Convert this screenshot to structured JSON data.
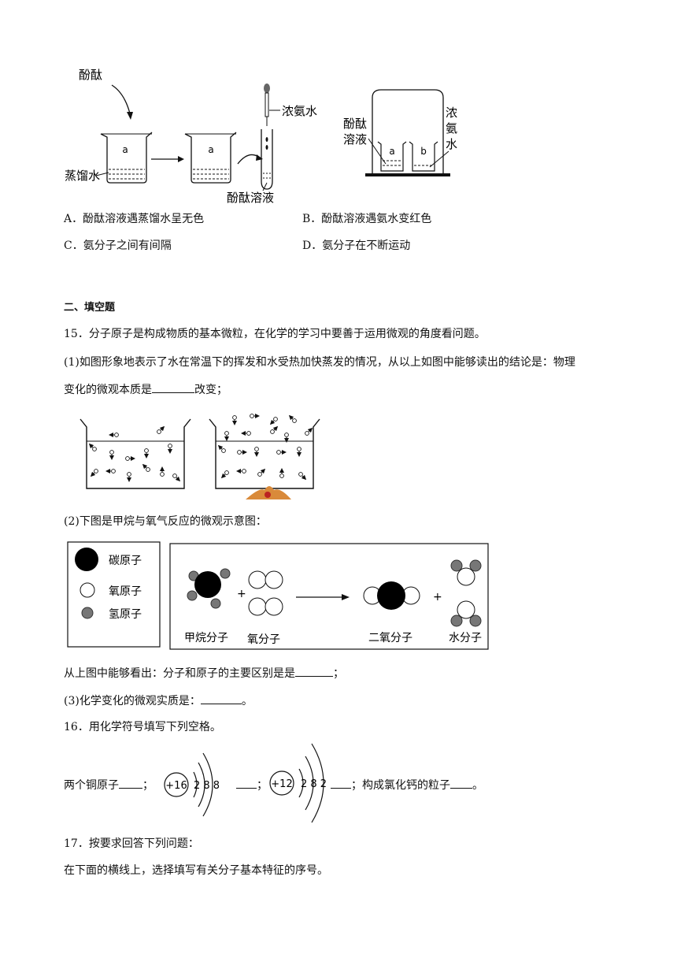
{
  "fig1": {
    "phenolphthalein": "酚酞",
    "beaker_label": "a",
    "distilled_water": "蒸馏水",
    "conc_ammonia": "浓氨水",
    "phenol_solution": "酚酞溶液",
    "right_phenol_1": "酚酞",
    "right_phenol_2": "溶液",
    "right_beaker_a": "a",
    "right_beaker_b": "b",
    "right_ammonia_chars": [
      "浓",
      "氨",
      "水"
    ]
  },
  "q14_options": {
    "A": "A．酚酞溶液遇蒸馏水呈无色",
    "B": "B．酚酞溶液遇氨水变红色",
    "C": "C．氨分子之间有间隔",
    "D": "D．氨分子在不断运动"
  },
  "section2_title": "二、填空题",
  "q15": {
    "stem": "15．分子原子是构成物质的基本微粒，在化学的学习中要善于运用微观的角度看问题。",
    "p1_line1": "(1)如图形象地表示了水在常温下的挥发和水受热加快蒸发的情况，从以上如图中能够读出的结论是：物理",
    "p1_line2_pre": "变化的微观本质是",
    "p1_line2_post": "改变；",
    "p2": "(2)下图是甲烷与氧气反应的微观示意图：",
    "legend": [
      "碳原子",
      "氧原子",
      "氢原子"
    ],
    "reaction_labels": [
      "甲烷分子",
      "氧分子",
      "二氧分子",
      "水分子"
    ],
    "plus": "+",
    "after_fig_pre": "从上图中能够看出：分子和原子的主要区别是是",
    "after_fig_post": "；",
    "p3_pre": "(3)化学变化的微观实质是：",
    "p3_post": "。"
  },
  "q16": {
    "stem": "16．用化学符号填写下列空格。",
    "two_cu": "两个铜原子",
    "sep": "；",
    "atom1_nucleus": "+16",
    "atom1_shells": "2 8 8",
    "atom2_nucleus": "+12",
    "atom2_shells": "2 8 2",
    "cacl": "构成氯化钙的粒子",
    "end": "。"
  },
  "q17": {
    "stem": "17．按要求回答下列问题：",
    "line2": "在下面的横线上，选择填写有关分子基本特征的序号。"
  }
}
